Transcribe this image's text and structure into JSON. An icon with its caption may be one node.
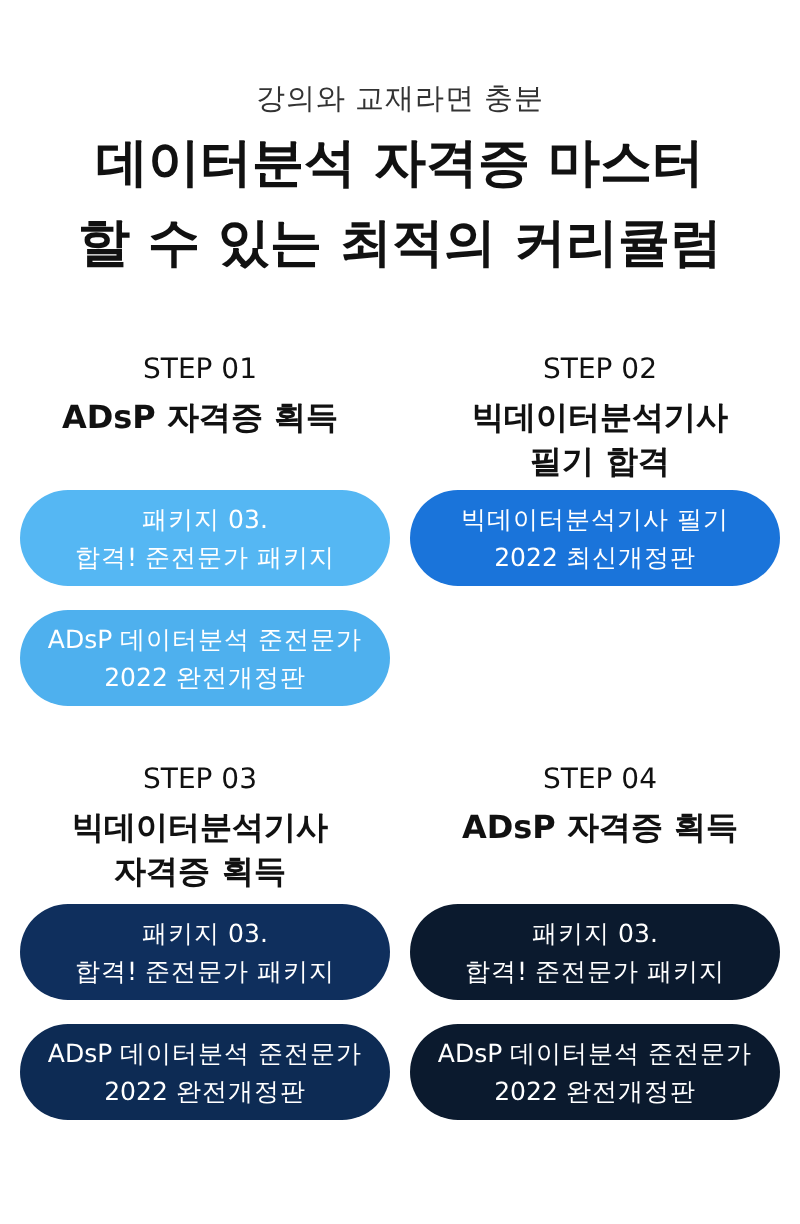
{
  "diagram": {
    "title": "데이터분석 자격증 마스터 할 수 있는 최적의 커리큘럼",
    "nodes": [
      {
        "text": [
          "패키지 03. 합격! 준전문가 패키지"
        ]
      },
      {
        "text": [
          "ADsP 데이터분석 준전문가 2022 완전개정판"
        ]
      },
      {
        "text": [
          "빅데이터분석기사 필기 2022 최신개정판"
        ]
      },
      {
        "text": [
          "패키지 03. 합격! 준전문가 패키지"
        ]
      },
      {
        "text": [
          "ADsP 데이터분석 준전문가 2022 완전개정판"
        ]
      },
      {
        "text": [
          "패키지 03. 합격! 준전문가 패키지"
        ]
      },
      {
        "text": [
          "ADsP 데이터분석 준전문가 2022 완전개정판"
        ]
      }
    ],
    "labels": [
      "강의와 교재라면 충분",
      "STEP 01",
      "ADsP 자격증 획득",
      "STEP 02",
      "빅데이터분석기사 필기 합격",
      "STEP 03",
      "빅데이터분석기사 자격증 획득",
      "STEP 04",
      "ADsP 자격증 획득"
    ]
  }
}
